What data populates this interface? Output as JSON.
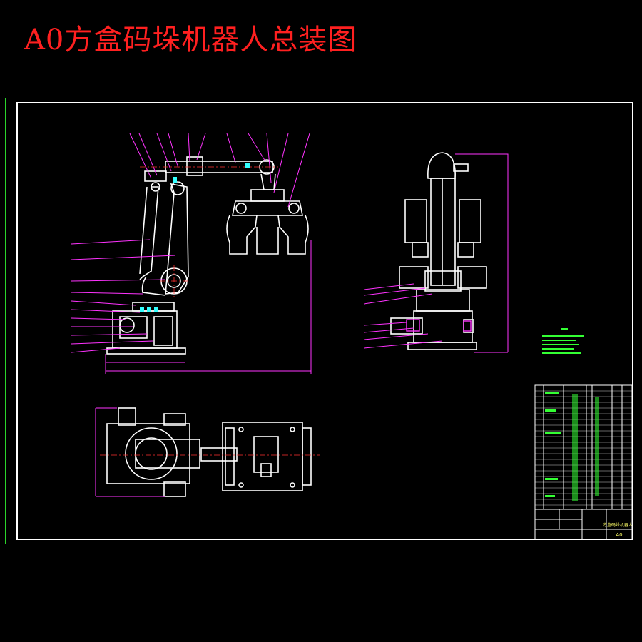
{
  "title": "A0方盒码垛机器人总装图",
  "title_block": {
    "drawing_name": "方盒码垛机器人",
    "sheet_size": "A0"
  },
  "colors": {
    "title": "#ff2020",
    "outline": "#ffffff",
    "leader": "#ff33ff",
    "frame": "#2bd42b",
    "center_line": "#ff3030",
    "notes": "#33ff33",
    "part_tag": "#33ffff"
  }
}
